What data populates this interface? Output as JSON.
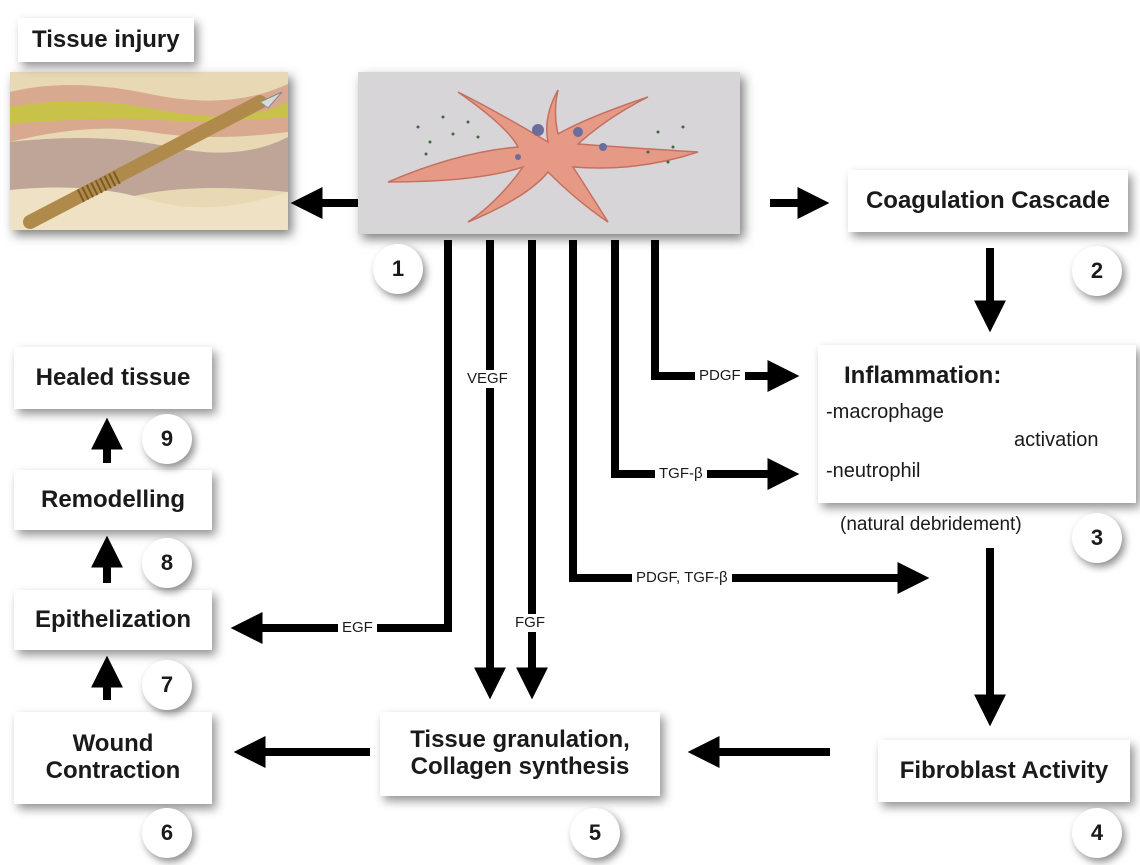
{
  "nodes": {
    "tissue_injury": "Tissue injury",
    "coagulation": "Coagulation Cascade",
    "inflammation_title": "Inflammation:",
    "macrophage": "-macrophage",
    "neutrophil": "-neutrophil",
    "activation": "activation",
    "debridement": "(natural debridement)",
    "fibroblast": "Fibroblast Activity",
    "granulation_line1": "Tissue granulation,",
    "granulation_line2": "Collagen synthesis",
    "wound_line1": "Wound",
    "wound_line2": "Contraction",
    "epithelization": "Epithelization",
    "remodelling": "Remodelling",
    "healed": "Healed tissue"
  },
  "numbers": {
    "n1": "1",
    "n2": "2",
    "n3": "3",
    "n4": "4",
    "n5": "5",
    "n6": "6",
    "n7": "7",
    "n8": "8",
    "n9": "9"
  },
  "factors": {
    "pdgf": "PDGF",
    "tgf": "TGF-β",
    "pdgf_tgf": "PDGF, TGF-β",
    "vegf": "VEGF",
    "fgf": "FGF",
    "egf": "EGF"
  }
}
